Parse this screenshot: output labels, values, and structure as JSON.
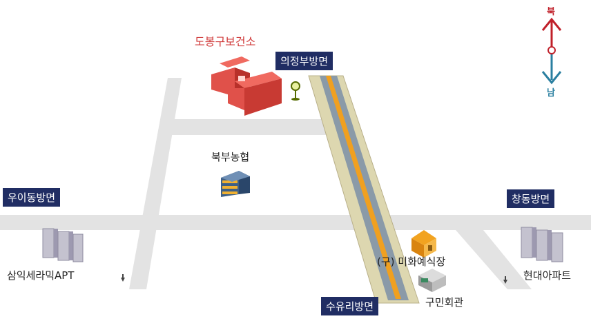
{
  "map": {
    "places": {
      "health_center": "도봉구보건소",
      "farm_coop": "북부농협",
      "samik_apt": "삼익세라믹APT",
      "wedding_hall": "(구) 미화예식장",
      "civic_hall": "구민회관",
      "hyundai_apt": "현대아파트"
    },
    "directions": {
      "north_road": "의정부방면",
      "west_road": "우이동방면",
      "east_road": "창동방면",
      "south_road": "수유리방면"
    },
    "compass": {
      "north": "북",
      "south": "남"
    },
    "colors": {
      "road": "#e3e3e3",
      "direction_box": "#202d63",
      "railway_center": "#f0a020",
      "railway_side": "#8a9aa8",
      "railway_bed": "#ddd7b0",
      "health_center_red": "#d03a3a",
      "compass_north": "#c0202a",
      "compass_south": "#2a7fa0"
    }
  }
}
